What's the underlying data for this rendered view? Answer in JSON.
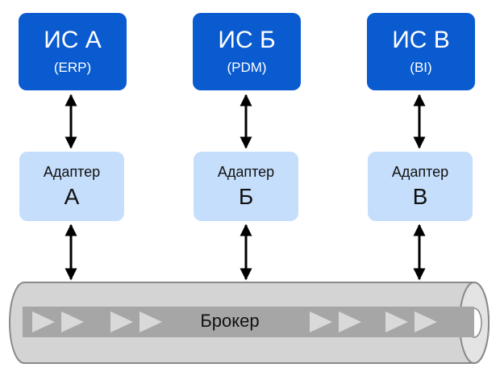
{
  "systems": [
    {
      "title": "ИС А",
      "subtitle": "(ERP)"
    },
    {
      "title": "ИС Б",
      "subtitle": "(PDM)"
    },
    {
      "title": "ИС В",
      "subtitle": "(BI)"
    }
  ],
  "adapters": [
    {
      "label": "Адаптер",
      "letter": "А"
    },
    {
      "label": "Адаптер",
      "letter": "Б"
    },
    {
      "label": "Адаптер",
      "letter": "В"
    }
  ],
  "broker": {
    "label": "Брокер"
  },
  "colors": {
    "system_fill": "#0a5bd0",
    "adapter_fill": "#c5defb",
    "pipe_fill": "#d4d4d4",
    "pipe_channel": "#a6a6a6",
    "arrow": "#000000"
  }
}
